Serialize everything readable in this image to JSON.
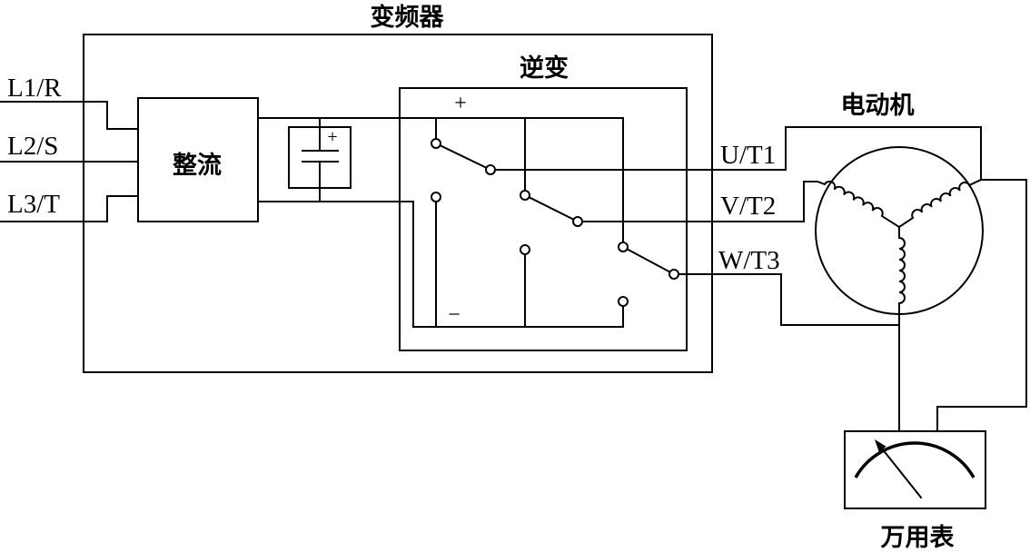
{
  "converter": {
    "title": "变频器"
  },
  "inputs": [
    {
      "label": "L1/R"
    },
    {
      "label": "L2/S"
    },
    {
      "label": "L3/T"
    }
  ],
  "rectifier": {
    "label": "整流"
  },
  "capacitor": {
    "polarity": "+"
  },
  "inverter": {
    "label": "逆变",
    "positive_sign": "+",
    "negative_sign": "−"
  },
  "outputs": [
    {
      "label": "U/T1"
    },
    {
      "label": "V/T2"
    },
    {
      "label": "W/T3"
    }
  ],
  "motor": {
    "label": "电动机"
  },
  "multimeter": {
    "label": "万用表"
  }
}
